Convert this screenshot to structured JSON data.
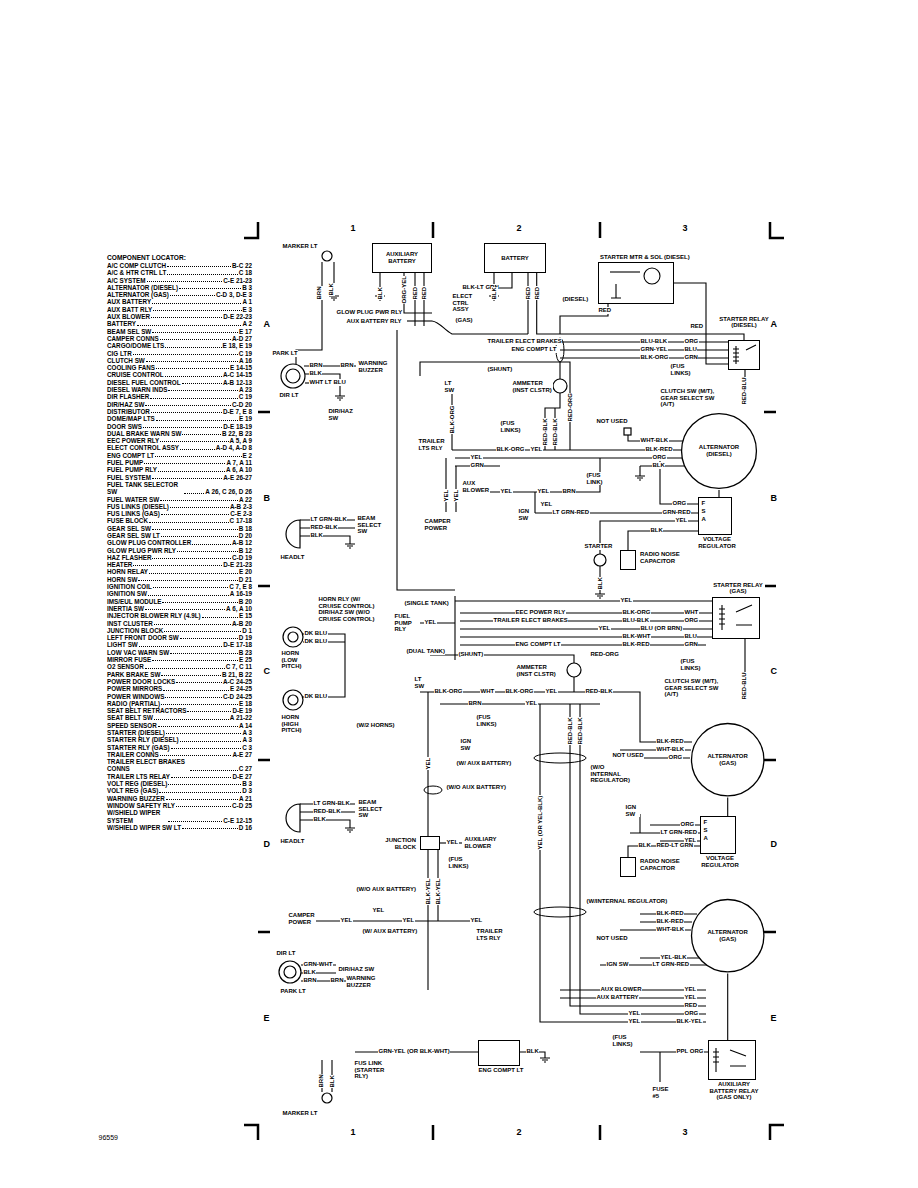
{
  "diagram": {
    "nodes": [
      {
        "text": [
          "AUXILIARY BATTERY"
        ]
      },
      {
        "text": [
          "BATTERY"
        ]
      },
      {
        "text": [
          "STARTER MTR & SOL (DIESEL)"
        ]
      },
      {
        "text": [
          "STARTER RELAY (DIESEL)"
        ]
      },
      {
        "text": [
          "ALTERNATOR (DIESEL)"
        ]
      },
      {
        "text": [
          "VOLTAGE REGULATOR"
        ]
      },
      {
        "text": [
          "RADIO NOISE CAPACITOR"
        ]
      },
      {
        "text": [
          "STARTER RELAY (GAS)"
        ]
      },
      {
        "text": [
          "ALTERNATOR (GAS)"
        ]
      },
      {
        "text": [
          "VOLTAGE REGULATOR"
        ]
      },
      {
        "text": [
          "RADIO NOISE CAPACITOR"
        ]
      },
      {
        "text": [
          "JUNCTION BLOCK"
        ]
      },
      {
        "text": [
          "ALTERNATOR (GAS)"
        ]
      },
      {
        "text": [
          "ENG COMPT LT"
        ]
      },
      {
        "text": [
          "AUXILIARY BATTERY RELAY (GAS ONLY)"
        ]
      }
    ],
    "edges": [
      {
        "from": 1,
        "to": 3,
        "arrow": "none"
      },
      {
        "from": 2,
        "to": 3,
        "arrow": "none"
      },
      {
        "from": 4,
        "to": 5,
        "arrow": "none"
      },
      {
        "from": 6,
        "to": 5,
        "arrow": "none"
      },
      {
        "from": 8,
        "to": 9,
        "arrow": "none"
      },
      {
        "from": 10,
        "to": 9,
        "arrow": "none"
      },
      {
        "from": 12,
        "to": 14,
        "arrow": "none"
      }
    ],
    "labels": [
      "COMPONENT LOCATOR:",
      "A/C COMP CLUTCH",
      "B-C 22",
      "A/C & HTR CTRL LT",
      "C 18",
      "A/C SYSTEM",
      "C-E 21-23",
      "ALTERNATOR (DIESEL)",
      "B 3",
      "ALTERNATOR (GAS)",
      "C-D 3, D-E 3",
      "AUX BATTERY",
      "A 1",
      "AUX BATT RLY",
      "E 3",
      "AUX BLOWER",
      "D-E 22-23",
      "BATTERY",
      "A 2",
      "BEAM SEL SW",
      "E 17",
      "CAMPER CONNS",
      "A-D 27",
      "CARGO/DOME LTS",
      "E 18, E 19",
      "CIG LTR",
      "C 19",
      "CLUTCH SW",
      "A 16",
      "COOLING FANS",
      "E 14-15",
      "CRUISE CONTROL",
      "A-C 14-15",
      "DIESEL FUEL CONTROL",
      "A-B 12-13",
      "DIESEL WARN INDS",
      "A 23",
      "DIR FLASHER",
      "C 19",
      "DIR/HAZ SW",
      "C-D 20",
      "DISTRIBUTOR",
      "D-E 7, E 8",
      "DOME/MAP LTS",
      "E 19",
      "DOOR SWS",
      "D-E 18-19",
      "DUAL BRAKE WARN SW",
      "B 22, B 23",
      "EEC POWER RLY",
      "A 5, A 9",
      "ELECT CONTROL ASSY",
      "A-D 4, A-D 8",
      "ENG COMPT LT",
      "E 2",
      "FUEL PUMP",
      "A 7, A 11",
      "FUEL PUMP RLY",
      "A 6, A 10",
      "FUEL SYSTEM",
      "A-E 26-27",
      "FUEL TANK SELECTOR SW",
      "A 26, C 26, D 26",
      "FUEL WATER SW",
      "A 22",
      "FUS LINKS (DIESEL)",
      "A-B 2-3",
      "FUS LINKS (GAS)",
      "C-E 2-3",
      "FUSE BLOCK",
      "C 17-18",
      "GEAR SEL SW",
      "B 18",
      "GEAR SEL SW LT",
      "D 20",
      "GLOW PLUG CONTROLLER",
      "A-B 12",
      "GLOW PLUG PWR RLY",
      "B 12",
      "HAZ FLASHER",
      "C-D 19",
      "HEATER",
      "D-E 21-23",
      "HORN RELAY",
      "E 20",
      "HORN SW",
      "D 21",
      "IGNITION COIL",
      "C 7, E 8",
      "IGNITION SW",
      "A 16-19",
      "IMS/EUL MODULE",
      "B 20",
      "INERTIA SW",
      "A 6, A 10",
      "INJECTOR BLOWER RLY (4.9L)",
      "E 15",
      "INST CLUSTER",
      "A-B 20",
      "JUNCTION BLOCK",
      "D 1",
      "LEFT FRONT DOOR SW",
      "D 19",
      "LIGHT SW",
      "D-E 17-18",
      "LOW VAC WARN SW",
      "B 23",
      "MIRROR FUSE",
      "E 25",
      "O2 SENSOR",
      "C 7, C 11",
      "PARK BRAKE SW",
      "B 21, B 22",
      "POWER DOOR LOCKS",
      "A-C 24-25",
      "POWER MIRRORS",
      "E 24-25",
      "POWER WINDOWS",
      "C-D 24-25",
      "RADIO (PARTIAL)",
      "E 18",
      "SEAT BELT RETRACTORS",
      "D-E 19",
      "SEAT BELT SW",
      "A 21-22",
      "SPEED SENSOR",
      "A 14",
      "STARTER (DIESEL)",
      "A 3",
      "STARTER RLY (DIESEL)",
      "A 3",
      "STARTER RLY (GAS)",
      "C 3",
      "TRAILER CONNS",
      "A-E 27",
      "TRAILER ELECT BRAKES CONNS",
      "C 27",
      "TRAILER LTS RELAY",
      "D-E 27",
      "VOLT REG (DIESEL)",
      "B 3",
      "VOLT REG (GAS)",
      "D 3",
      "WARNING BUZZER",
      "A 21",
      "WINDOW SAFETY RLY",
      "C-D 25",
      "W/SHIELD WIPER SYSTEM",
      "C-E 12-15",
      "W/SHIELD WIPER SW LT",
      "D 16",
      "1",
      "2",
      "3",
      "A",
      "A",
      "B",
      "B",
      "C",
      "C",
      "D",
      "D",
      "E",
      "E",
      "1",
      "2",
      "3",
      "96559",
      "MARKER LT",
      "BRN",
      "BLK",
      "PARK LT",
      "BRN",
      "BRN",
      "WARNING BUZZER",
      "BLK",
      "WHT LT BLU",
      "DIR LT",
      "DIR/HAZ SW",
      "GLOW PLUG PWR RLY",
      "AUX BATTERY RLY",
      "BLK",
      "ORG-YEL",
      "RED",
      "RED",
      "BLK-LT GRN",
      "ELECT CTRL ASSY",
      "BLK",
      "RED",
      "RED",
      "(GAS)",
      "(DIESEL)",
      "RED",
      "RED",
      "TRAILER ELECT BRAKES",
      "ENG COMPT LT",
      "BLU-BLK",
      "ORG",
      "GRN-YEL",
      "BLU",
      "BLK-ORG",
      "GRN",
      "(FUS LINKS)",
      "RED-BLU",
      "CLUTCH SW (M/T), GEAR SELECT SW (A/T)",
      "(SHUNT)",
      "LT SW",
      "BLK-ORG",
      "AMMETER (INST CLSTR)",
      "RED-ORG",
      "(FUS LINKS)",
      "RED-BLK",
      "RED-BLK",
      "NOT USED",
      "WHT-BLK",
      "BLK-RED",
      "ORG",
      "BLK",
      "TRAILER LTS RLY",
      "BLK-ORG",
      "YEL",
      "YEL",
      "GRN",
      "YEL",
      "YEL",
      "AUX BLOWER",
      "YEL",
      "YEL",
      "BRN",
      "(FUS LINK)",
      "YEL",
      "IGN SW",
      "LT GRN-RED",
      "CAMPER POWER",
      "ORG",
      "GRN-RED",
      "YEL",
      "BLK",
      "F",
      "S",
      "A",
      "STARTER",
      "BLK",
      "LT GRN-BLK",
      "RED-BLK",
      "BLK",
      "BEAM SELECT SW",
      "HEADLT",
      "HORN RLY (W/ CRUISE CONTROL) DIR/HAZ SW (W/O CRUISE CONTROL)",
      "(SINGLE TANK)",
      "FUEL PUMP RLY",
      "YEL",
      "(DUAL TANK)",
      "DK BLU",
      "DK BLU",
      "HORN (LOW PITCH)",
      "YEL",
      "EEC POWER RLY",
      "BLK-ORG",
      "WHT",
      "TRAILER ELECT BRAKES",
      "BLU-BLK",
      "ORG",
      "YEL",
      "BLU (OR BRN)",
      "BLK-WHT",
      "BLU",
      "ENG COMPT LT",
      "BLK-RED",
      "GRN",
      "(SHUNT)",
      "RED-ORG",
      "(FUS LINKS)",
      "CLUTCH SW (M/T), GEAR SELECT SW (A/T)",
      "RED-BLU",
      "AMMETER (INST CLSTR)",
      "LT SW",
      "BLK-ORG",
      "WHT",
      "BLK-ORG",
      "YEL",
      "RED-BLK",
      "BRN",
      "YEL",
      "(FUS LINKS)",
      "YEL",
      "RED-BLK",
      "RED-BLK",
      "DK BLU",
      "HORN (HIGH PITCH)",
      "(W/2 HORNS)",
      "BLK-RED",
      "WHT-BLK",
      "ORG",
      "NOT USED",
      "IGN SW",
      "(W/ AUX BATTERY)",
      "(W/O AUX BATTERY)",
      "YEL (OR YEL-BLK)",
      "(W/O INTERNAL REGULATOR)",
      "LT GRN-BLK",
      "RED-BLK",
      "BLK",
      "BEAM SELECT SW",
      "HEADLT",
      "YEL",
      "AUXILIARY BLOWER",
      "(FUS LINKS)",
      "IGN SW",
      "ORG",
      "LT GRN-RED",
      "YEL",
      "BLK",
      "RED-LT GRN",
      "F",
      "S",
      "A",
      "BLK-YEL",
      "BLK-YEL",
      "(W/O AUX BATTERY)",
      "(W/INTERNAL REGULATOR)",
      "BLK-RED",
      "BLK-RED",
      "WHT-BLK",
      "NOT USED",
      "CAMPER POWER",
      "YEL",
      "YEL",
      "YEL",
      "YEL",
      "TRAILER LTS RLY",
      "(W/ AUX BATTERY)",
      "IGN SW",
      "YEL-BLK",
      "LT GRN-RED",
      "DIR LT",
      "GRN-WHT",
      "BLK",
      "BRN",
      "DIR/HAZ SW",
      "PARK LT",
      "BRN",
      "WARNING BUZZER",
      "YEL",
      "YEL",
      "RED",
      "ORG",
      "BLK-YEL",
      "AUX BLOWER",
      "AUX BATTERY",
      "YEL",
      "YEL",
      "GRN-YEL (OR BLK-WHT)",
      "BLK",
      "(FUS LINKS)",
      "PPL ORG",
      "BRN",
      "BLK",
      "MARKER LT",
      "FUS LINK (STARTER RLY)",
      "FUSE #5"
    ]
  }
}
